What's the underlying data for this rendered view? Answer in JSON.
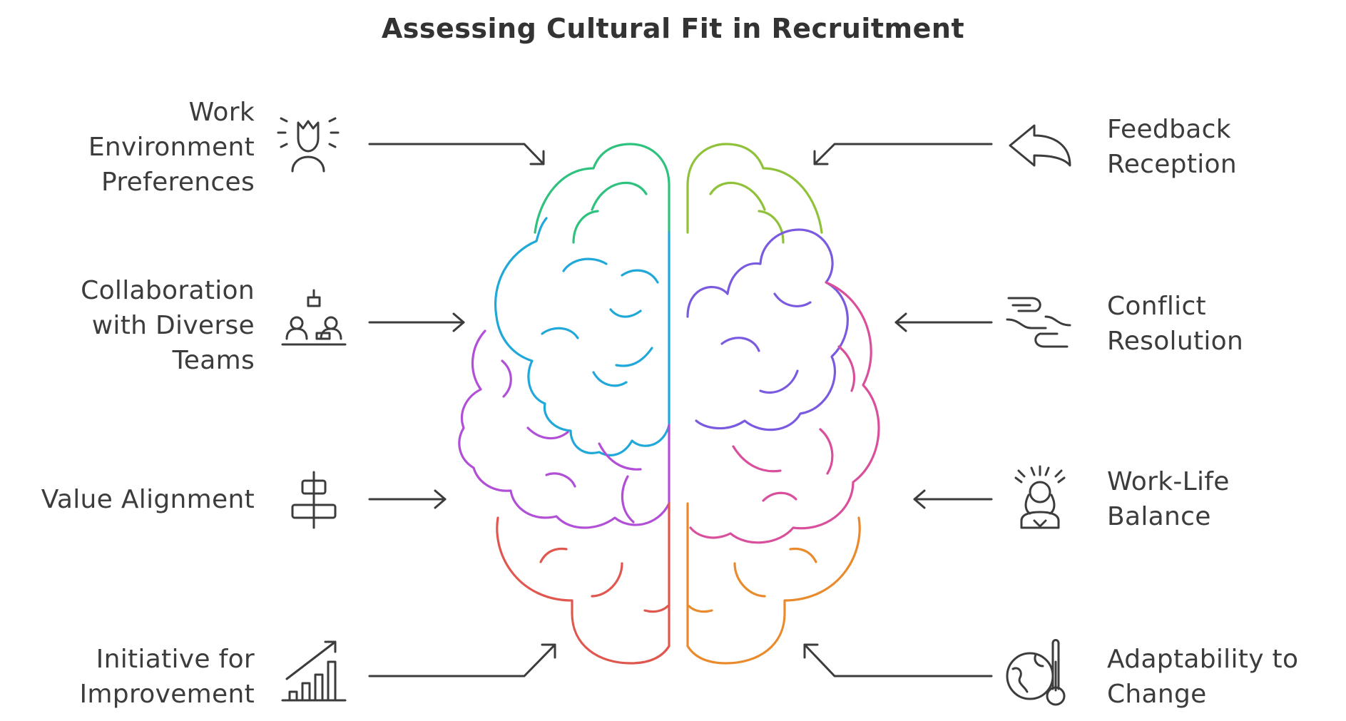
{
  "title": "Assessing Cultural Fit in Recruitment",
  "left_items": [
    {
      "lines": [
        "Work",
        "Environment",
        "Preferences"
      ],
      "icon": "crowned-person-icon"
    },
    {
      "lines": [
        "Collaboration",
        "with Diverse",
        "Teams"
      ],
      "icon": "team-meeting-icon"
    },
    {
      "lines": [
        "Value Alignment"
      ],
      "icon": "align-center-icon"
    },
    {
      "lines": [
        "Initiative for",
        "Improvement"
      ],
      "icon": "growth-chart-icon"
    }
  ],
  "right_items": [
    {
      "lines": [
        "Feedback",
        "Reception"
      ],
      "icon": "reply-arrow-icon"
    },
    {
      "lines": [
        "Conflict",
        "Resolution"
      ],
      "icon": "handshake-icon"
    },
    {
      "lines": [
        "Work-Life",
        "Balance"
      ],
      "icon": "stressed-person-icon"
    },
    {
      "lines": [
        "Adaptability to",
        "Change"
      ],
      "icon": "globe-thermometer-icon"
    }
  ],
  "colors": {
    "text": "#3c3c3c",
    "green": "#2ec27e",
    "lime": "#8fc23a",
    "cyan": "#1fa8d8",
    "violet": "#7a5be0",
    "purple": "#b14fd6",
    "pink": "#d94f9c",
    "red": "#e0574f",
    "orange": "#e98a2c"
  }
}
